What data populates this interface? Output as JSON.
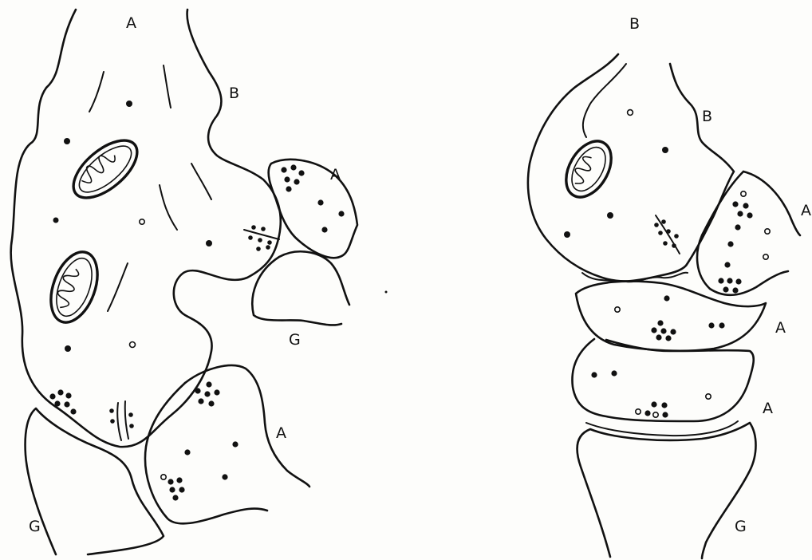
{
  "figure": {
    "labels": {
      "left_top_A": "A",
      "left_B": "B",
      "left_A_upper_right": "A",
      "left_G_right": "G",
      "left_A_lower": "A",
      "left_G_bottom": "G",
      "right_top_B": "B",
      "right_B": "B",
      "right_A_side": "A",
      "right_A_middle": "A",
      "right_A_lower": "A",
      "right_G_bottom": "G"
    }
  }
}
